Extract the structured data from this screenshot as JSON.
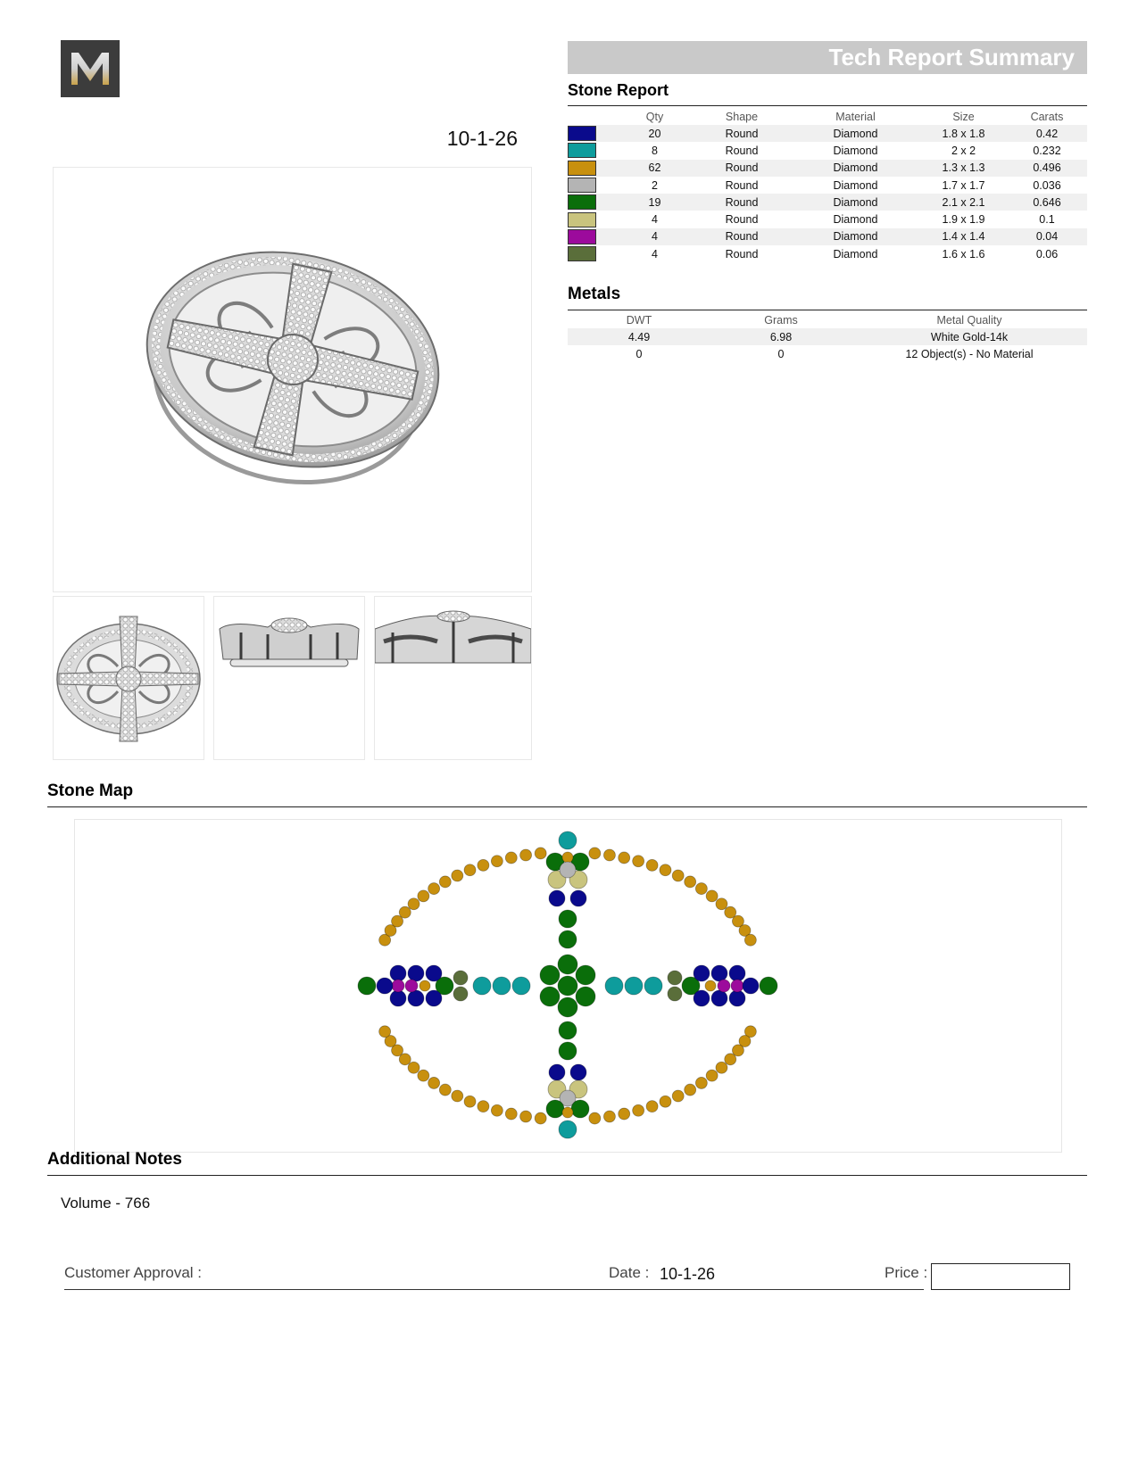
{
  "header": {
    "logo_letter": "M",
    "job_id": "10-1-26",
    "title": "Tech Report Summary"
  },
  "stone_report": {
    "title": "Stone Report",
    "columns": [
      "Qty",
      "Shape",
      "Material",
      "Size",
      "Carats"
    ],
    "rows": [
      {
        "color": "#0a0a8c",
        "qty": "20",
        "shape": "Round",
        "material": "Diamond",
        "size": "1.8 x 1.8",
        "carats": "0.42"
      },
      {
        "color": "#0e9c9c",
        "qty": "8",
        "shape": "Round",
        "material": "Diamond",
        "size": "2 x 2",
        "carats": "0.232"
      },
      {
        "color": "#c8900e",
        "qty": "62",
        "shape": "Round",
        "material": "Diamond",
        "size": "1.3 x 1.3",
        "carats": "0.496"
      },
      {
        "color": "#b4b4b4",
        "qty": "2",
        "shape": "Round",
        "material": "Diamond",
        "size": "1.7 x 1.7",
        "carats": "0.036"
      },
      {
        "color": "#0a6e0a",
        "qty": "19",
        "shape": "Round",
        "material": "Diamond",
        "size": "2.1 x 2.1",
        "carats": "0.646"
      },
      {
        "color": "#c9c47e",
        "qty": "4",
        "shape": "Round",
        "material": "Diamond",
        "size": "1.9 x 1.9",
        "carats": "0.1"
      },
      {
        "color": "#9c0a9c",
        "qty": "4",
        "shape": "Round",
        "material": "Diamond",
        "size": "1.4 x 1.4",
        "carats": "0.04"
      },
      {
        "color": "#5a6e3a",
        "qty": "4",
        "shape": "Round",
        "material": "Diamond",
        "size": "1.6 x 1.6",
        "carats": "0.06"
      }
    ]
  },
  "metals": {
    "title": "Metals",
    "columns": [
      "DWT",
      "Grams",
      "Metal Quality"
    ],
    "rows": [
      {
        "dwt": "4.49",
        "grams": "6.98",
        "quality": "White Gold-14k"
      },
      {
        "dwt": "0",
        "grams": "0",
        "quality": "12 Object(s) - No Material"
      }
    ]
  },
  "stone_map": {
    "title": "Stone Map"
  },
  "notes": {
    "title": "Additional Notes",
    "text": "Volume - 766"
  },
  "approval": {
    "customer_label": "Customer Approval :",
    "date_label": "Date :",
    "date_value": "10-1-26",
    "price_label": "Price :",
    "price_value": ""
  }
}
